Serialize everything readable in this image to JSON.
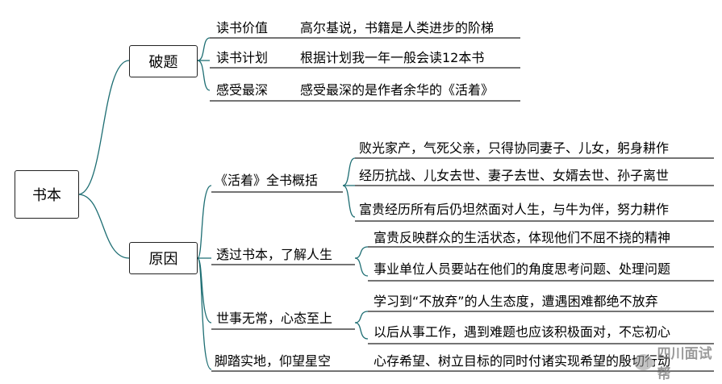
{
  "root": {
    "label": "书本"
  },
  "branches": [
    {
      "label": "破题",
      "items": [
        {
          "label": "读书价值",
          "detail": "高尔基说，书籍是人类进步的阶梯"
        },
        {
          "label": "读书计划",
          "detail": "根据计划我一年一般会读12本书"
        },
        {
          "label": "感受最深",
          "detail": "感受最深的是作者余华的《活着》"
        }
      ]
    },
    {
      "label": "原因",
      "items": [
        {
          "label": "《活着》全书概括",
          "details": [
            "败光家产，气死父亲，只得协同妻子、儿女，躬身耕作",
            "经历抗战、儿女去世、妻子去世、女婿去世、孙子离世",
            "富贵经历所有后仍坦然面对人生，与牛为伴，努力耕作"
          ]
        },
        {
          "label": "透过书本，了解人生",
          "details": [
            "富贵反映群众的生活状态，体现他们不屈不挠的精神",
            "事业单位人员要站在他们的角度思考问题、处理问题"
          ]
        },
        {
          "label": "世事无常，心态至上",
          "details": [
            "学习到“不放弃”的人生态度，遭遇困难都绝不放弃",
            "以后从事工作，遇到难题也应该积极面对，不忘初心"
          ]
        },
        {
          "label": "脚踏实地，仰望星空",
          "details": [
            "心存希望、树立目标的同时付诸实现希望的殷切行动"
          ]
        }
      ]
    }
  ],
  "watermark": {
    "text": "四川面试帮",
    "icon": "wechat-icon"
  },
  "colors": {
    "connector": "#1e6e73",
    "underline": "#222222"
  }
}
